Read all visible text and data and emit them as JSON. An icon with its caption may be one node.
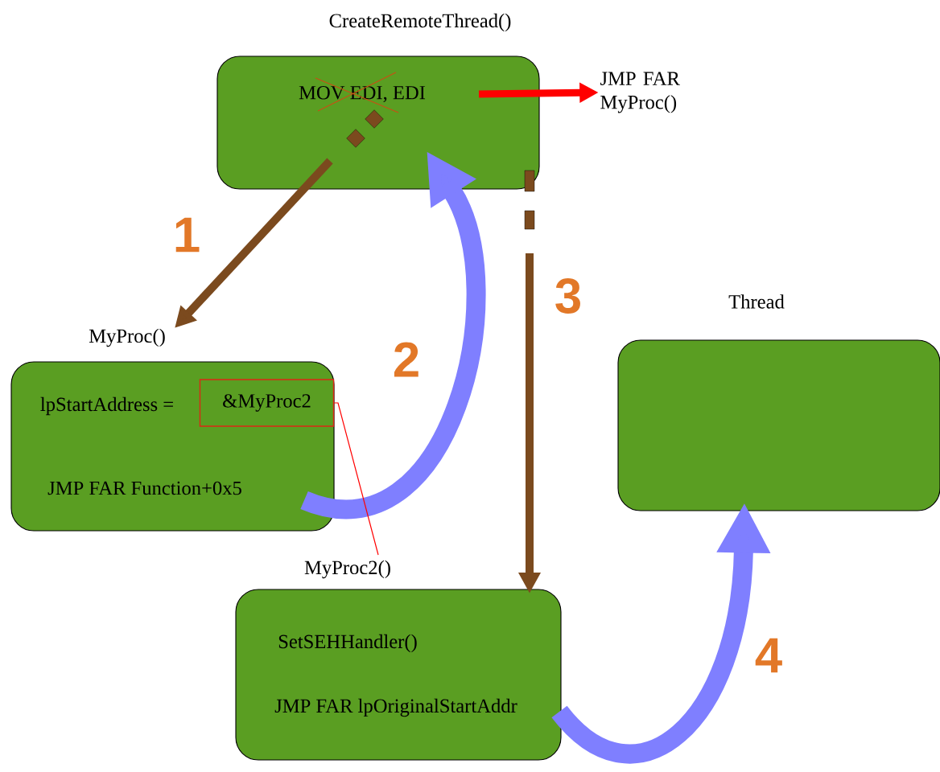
{
  "diagram": {
    "nodes": [
      {
        "text": [
          "CreateRemoteThread()",
          "MOV EDI, EDI"
        ]
      },
      {
        "text": [
          "JMP FAR MyProc()"
        ]
      },
      {
        "text": [
          "MyProc()",
          "lpStartAddress =",
          "JMP FAR Function+0x5"
        ]
      },
      {
        "text": [
          "&MyProc2"
        ],
        "in": 2
      },
      {
        "text": [
          "MyProc2()"
        ]
      },
      {
        "text": [
          "SetSEHHandler()",
          "JMP FAR lpOriginalStartAddr"
        ]
      },
      {
        "text": [
          "Thread"
        ]
      }
    ],
    "edges": [
      {
        "from": 0,
        "to": 1,
        "arrow": "to",
        "color": "#ff0000"
      },
      {
        "from": 0,
        "to": 2,
        "arrow": "to",
        "label": "1",
        "color": "#7b4a1e"
      },
      {
        "from": 2,
        "to": 0,
        "arrow": "to",
        "label": "2",
        "style": "thick",
        "color": "#7f7fff"
      },
      {
        "from": 0,
        "to": 5,
        "arrow": "to",
        "label": "3",
        "color": "#7b4a1e"
      },
      {
        "from": 5,
        "to": 6,
        "arrow": "to",
        "label": "4",
        "style": "thick",
        "color": "#7f7fff"
      },
      {
        "from": 3,
        "to": 4,
        "arrow": "none",
        "color": "#ff0000"
      }
    ]
  }
}
